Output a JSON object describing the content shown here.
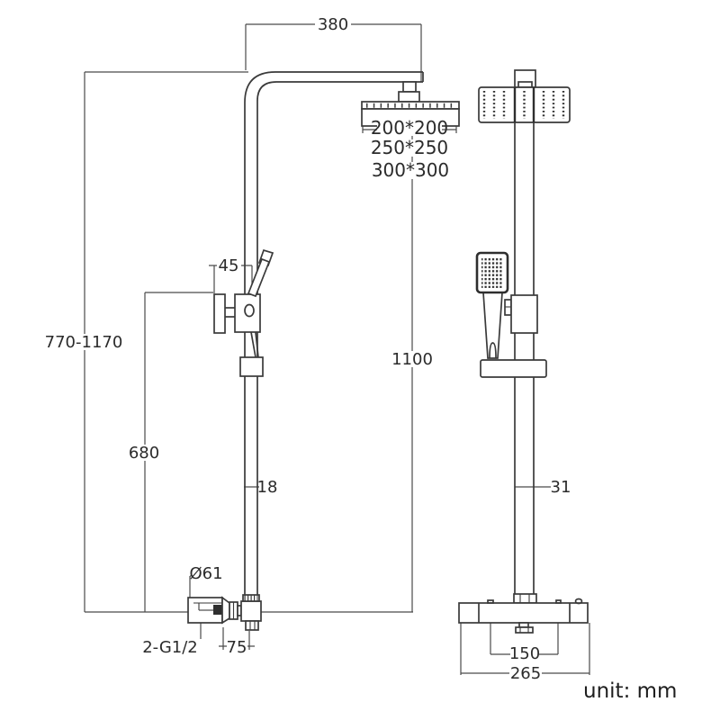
{
  "drawing": {
    "unit_note": "unit: mm"
  },
  "front_view": {
    "arm_length": "380",
    "head_sizes": [
      "200*200",
      "250*250",
      "300*300"
    ],
    "bracket_offset": "45",
    "height_range": "770-1170",
    "bracket_height": "680",
    "pipe_width": "18",
    "valve": {
      "body_diameter": "Ø61",
      "inlet_thread": "2-G1/2",
      "depth": "75"
    }
  },
  "side_view": {
    "riser_height": "1100",
    "pipe_width": "31",
    "valve": {
      "inlet_spacing": "150",
      "body_length": "265"
    }
  }
}
